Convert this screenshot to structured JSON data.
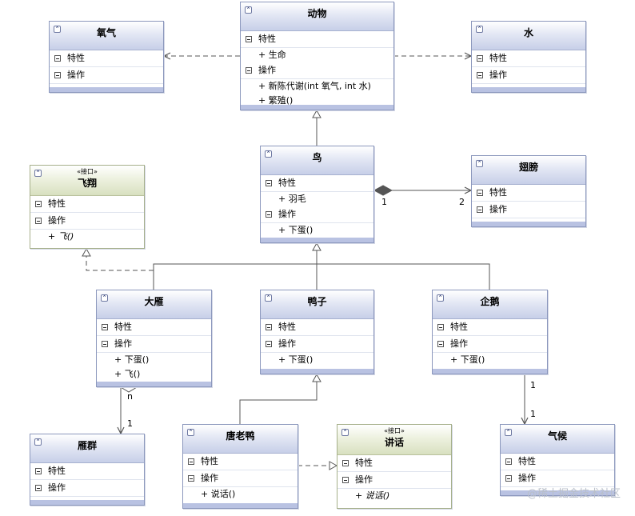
{
  "section_labels": {
    "attributes": "特性",
    "operations": "操作"
  },
  "stereotype": "«接口»",
  "classes": {
    "animal": {
      "name": "动物",
      "attributes": [
        "+ 生命"
      ],
      "operations": [
        "+ 新陈代谢(int 氧气, int 水)",
        "+ 繁殖()"
      ]
    },
    "oxygen": {
      "name": "氧气"
    },
    "water": {
      "name": "水"
    },
    "bird": {
      "name": "鸟",
      "attributes": [
        "+ 羽毛"
      ],
      "operations": [
        "+ 下蛋()"
      ]
    },
    "wing": {
      "name": "翅膀"
    },
    "fly": {
      "name": "飞翔",
      "operations": [
        "+ 飞()"
      ]
    },
    "goose": {
      "name": "大雁",
      "operations": [
        "+ 下蛋()",
        "+ 飞()"
      ]
    },
    "duck": {
      "name": "鸭子",
      "operations": [
        "+ 下蛋()"
      ]
    },
    "penguin": {
      "name": "企鹅",
      "operations": [
        "+ 下蛋()"
      ]
    },
    "flock": {
      "name": "雁群"
    },
    "donald": {
      "name": "唐老鸭",
      "operations": [
        "+ 说话()"
      ]
    },
    "speak": {
      "name": "讲话",
      "operations": [
        "+ 说话()"
      ]
    },
    "climate": {
      "name": "气候"
    }
  },
  "multiplicities": {
    "bird_wing_source": "1",
    "bird_wing_target": "2",
    "goose_flock_source": "n",
    "goose_flock_target": "1",
    "penguin_climate_source": "1",
    "penguin_climate_target": "1"
  },
  "watermark": "@稀土掘金技术社区"
}
